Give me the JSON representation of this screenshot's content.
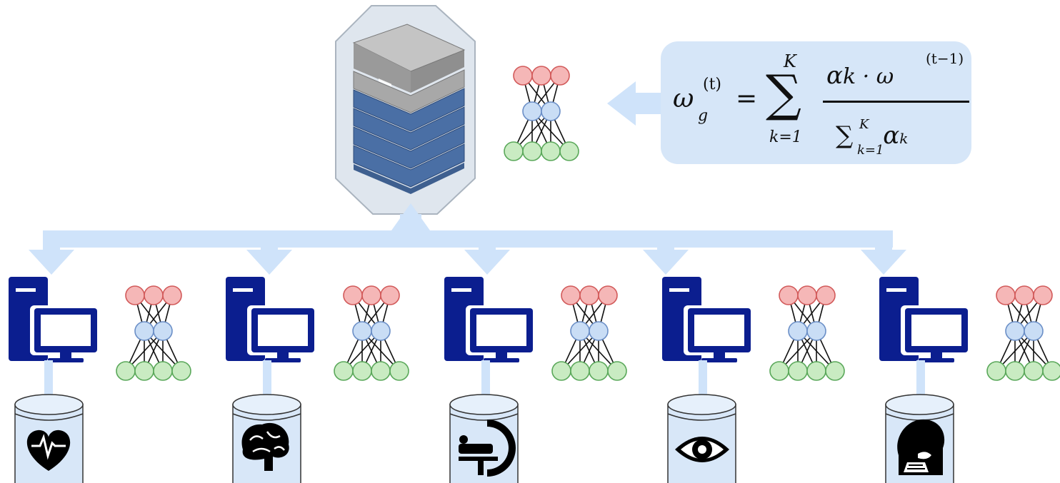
{
  "formula": {
    "lhs": "ω",
    "lhs_sup": "(t)",
    "lhs_sub": "g",
    "equals": "=",
    "sum": "∑",
    "sum_upper": "K",
    "sum_lower": "k=1",
    "numerator": "α",
    "numerator_rest": "k · ω",
    "numerator_sup": "(t−1)",
    "numerator_sub": "k",
    "denominator": "∑",
    "denominator_upper": "K",
    "denominator_lower": "k=1",
    "denominator_rest": "α",
    "denominator_sub": "k"
  },
  "clients": [
    {
      "id": "client-1",
      "data_icon": "heart-ecg-icon"
    },
    {
      "id": "client-2",
      "data_icon": "brain-icon"
    },
    {
      "id": "client-3",
      "data_icon": "mri-scanner-icon"
    },
    {
      "id": "client-4",
      "data_icon": "eye-icon"
    },
    {
      "id": "client-5",
      "data_icon": "dental-head-icon"
    }
  ],
  "colors": {
    "arrow": "#cfe3fa",
    "server_blue": "#4a6fa5",
    "server_gray": "#a9a9a9",
    "computer": "#0b1e8f",
    "node_red": "#f5b7b7",
    "node_blue": "#c9ddf5",
    "node_green": "#c9ebc2",
    "formula_bg": "#d6e6f8"
  }
}
